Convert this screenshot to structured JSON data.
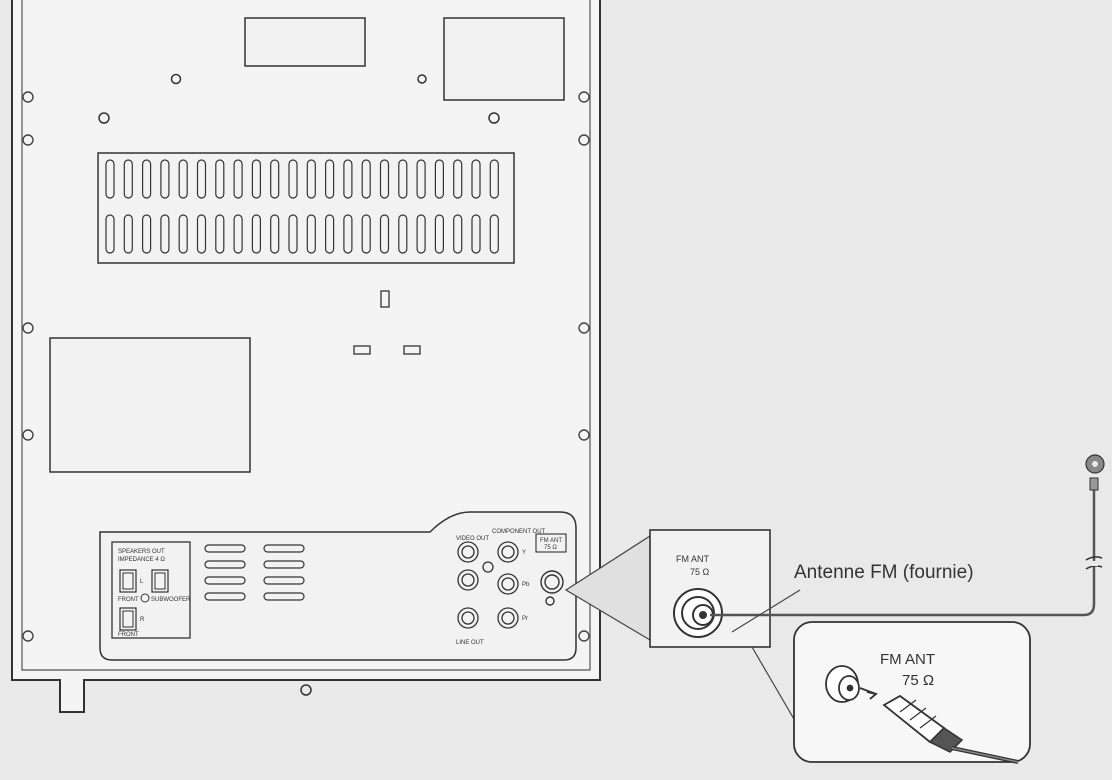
{
  "callout": {
    "antenna_label": "Antenne FM (fournie)",
    "port_label": "FM ANT",
    "port_impedance": "75 Ω"
  },
  "zoom": {
    "port_label": "FM ANT",
    "port_impedance": "75 Ω"
  },
  "panel": {
    "speakers_title": "SPEAKERS OUT",
    "speakers_impedance": "IMPEDANCE 4 Ω",
    "speaker_l": "L",
    "speaker_r": "R",
    "front": "FRONT",
    "subwoofer": "SUBWOOFER",
    "video_out": "VIDEO OUT",
    "component_out": "COMPONENT OUT",
    "comp_y": "Y",
    "comp_pb": "Pb",
    "comp_pr": "Pr",
    "line_out": "LINE OUT",
    "fm_ant": "FM ANT",
    "fm_ohm": "75 Ω"
  },
  "colors": {
    "background": "#e9e9e9",
    "device_fill": "#f4f4f4",
    "line": "#333333"
  }
}
